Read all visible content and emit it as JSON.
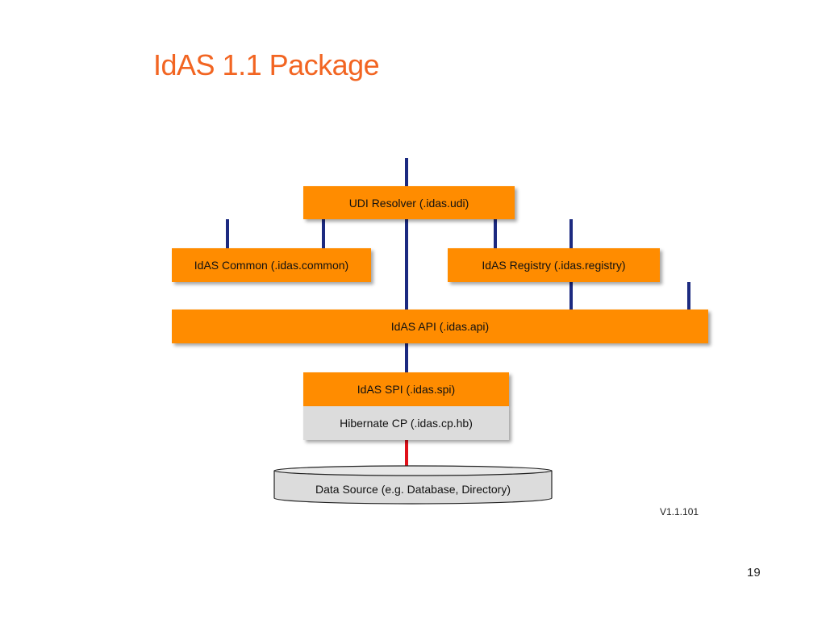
{
  "slide": {
    "title": "IdAS 1.1 Package",
    "version": "V1.1.101",
    "page_number": "19"
  },
  "diagram": {
    "udi_resolver": "UDI Resolver (.idas.udi)",
    "idas_common": "IdAS Common (.idas.common)",
    "idas_registry": "IdAS Registry (.idas.registry)",
    "idas_api": "IdAS API (.idas.api)",
    "idas_spi": "IdAS SPI (.idas.spi)",
    "hibernate_cp": "Hibernate CP (.idas.cp.hb)",
    "data_source": "Data Source (e.g. Database, Directory)"
  },
  "colors": {
    "title": "#f26522",
    "package_box": "#ff8c00",
    "provider_box": "#dcdcdc",
    "connector": "#1c2a80",
    "data_link": "#e0101a"
  }
}
